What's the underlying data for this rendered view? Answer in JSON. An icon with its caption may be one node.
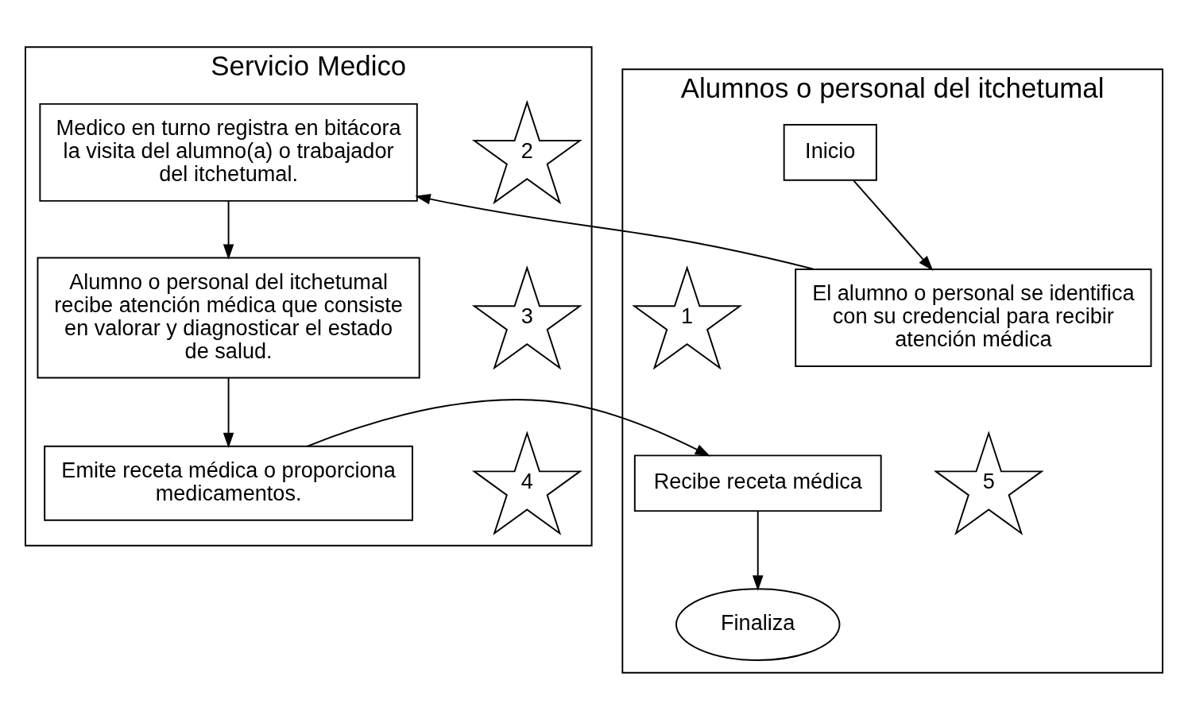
{
  "diagram": {
    "nodes": [
      {
        "text": [
          "Servicio Medico"
        ]
      },
      {
        "text": [
          "2"
        ],
        "in": 0
      },
      {
        "text": [
          "Medico en turno registra en bitácora la visita del alumno(a) o trabajador del itchetumal."
        ],
        "in": 0
      },
      {
        "text": [
          "3"
        ],
        "in": 0
      },
      {
        "text": [
          "Alumno o personal del itchetumal recibe atención médica que consiste en valorar y diagnosticar el estado de salud."
        ],
        "in": 0
      },
      {
        "text": [
          "4"
        ],
        "in": 0
      },
      {
        "text": [
          "Emite receta médica o proporciona medicamentos."
        ],
        "in": 0
      },
      {
        "text": [
          "Alumnos o personal del itchetumal"
        ]
      },
      {
        "text": [
          "Inicio"
        ],
        "in": 7
      },
      {
        "text": [
          "1"
        ],
        "in": 7
      },
      {
        "text": [
          "El alumno o personal se identifica con su credencial para recibir atención médica"
        ],
        "in": 7
      },
      {
        "text": [
          "5"
        ],
        "in": 7
      },
      {
        "text": [
          "Recibe receta médica"
        ],
        "in": 7
      },
      {
        "text": [
          "Finaliza"
        ],
        "in": 7
      }
    ],
    "edges": [
      {
        "from": 8,
        "to": 10,
        "arrow": "to"
      },
      {
        "from": 10,
        "to": 2,
        "arrow": "to"
      },
      {
        "from": 2,
        "to": 4,
        "arrow": "to"
      },
      {
        "from": 4,
        "to": 6,
        "arrow": "to"
      },
      {
        "from": 6,
        "to": 12,
        "arrow": "to"
      },
      {
        "from": 12,
        "to": 13,
        "arrow": "to"
      }
    ]
  }
}
